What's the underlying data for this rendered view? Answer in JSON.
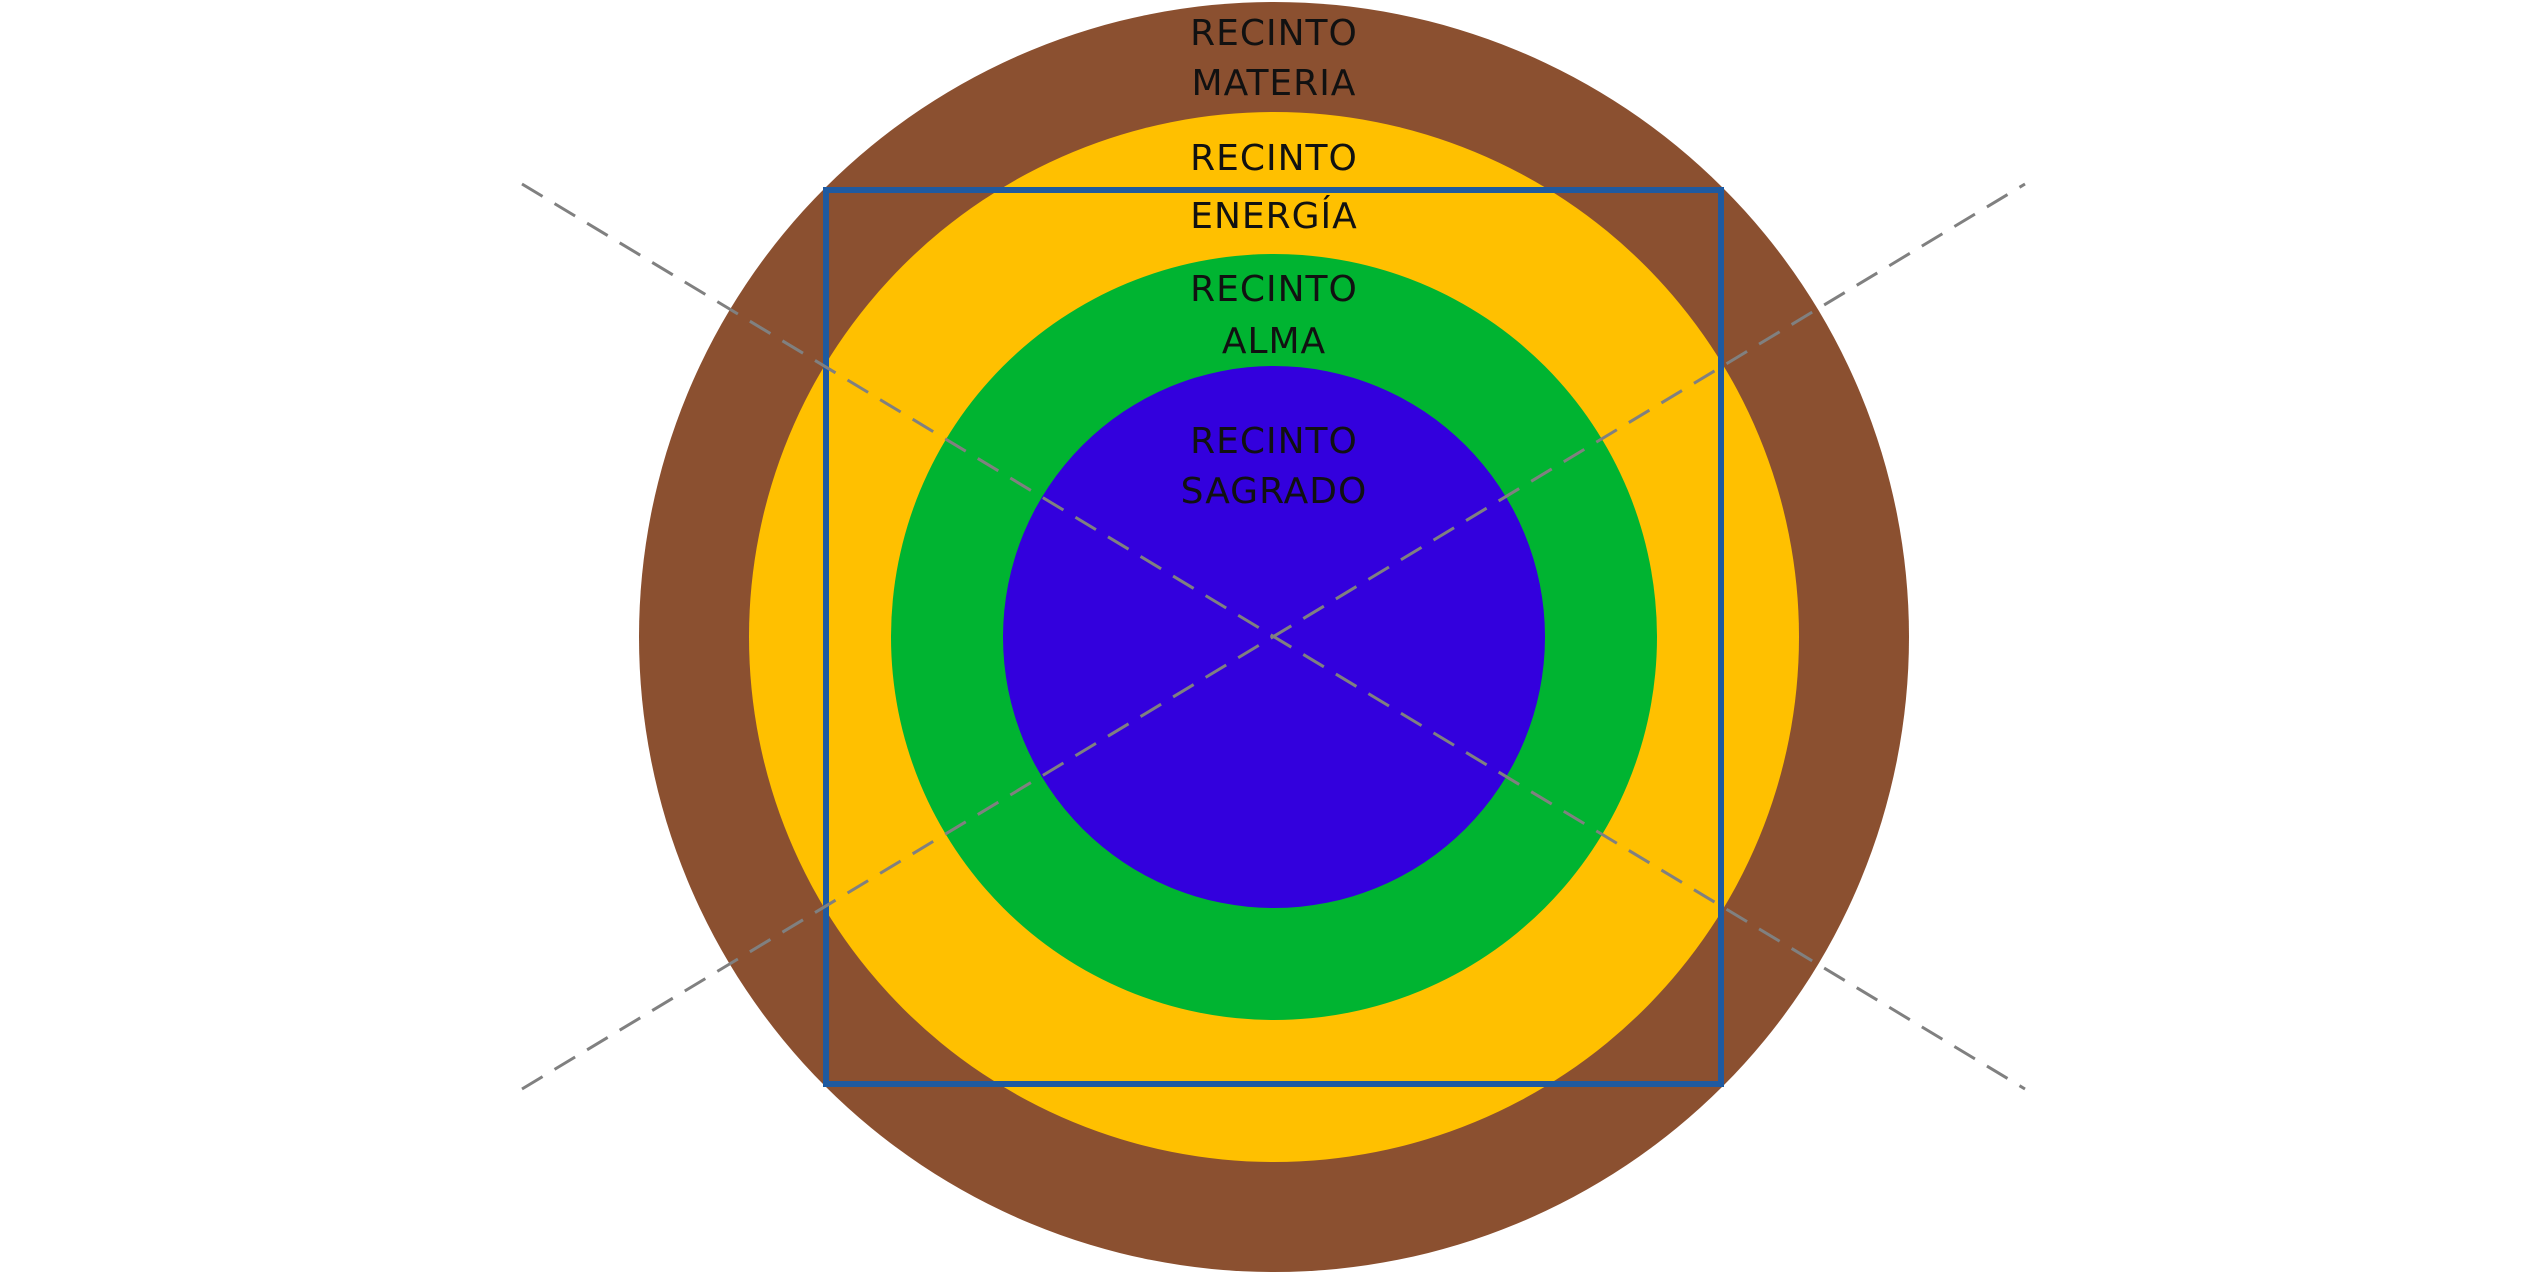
{
  "rings": [
    {
      "id": "materia",
      "line1": "RECINTO",
      "line2": "MATERIA",
      "color": "#8B5030"
    },
    {
      "id": "energia",
      "line1": "RECINTO",
      "line2": "ENERGÍA",
      "color": "#FFC000"
    },
    {
      "id": "alma",
      "line1": "RECINTO",
      "line2": "ALMA",
      "color": "#00B431"
    },
    {
      "id": "sagrado",
      "line1": "RECINTO",
      "line2": "SAGRADO",
      "color": "#3300DD"
    }
  ],
  "square_color": "#1F5AA0",
  "diagonal_color": "#808080"
}
